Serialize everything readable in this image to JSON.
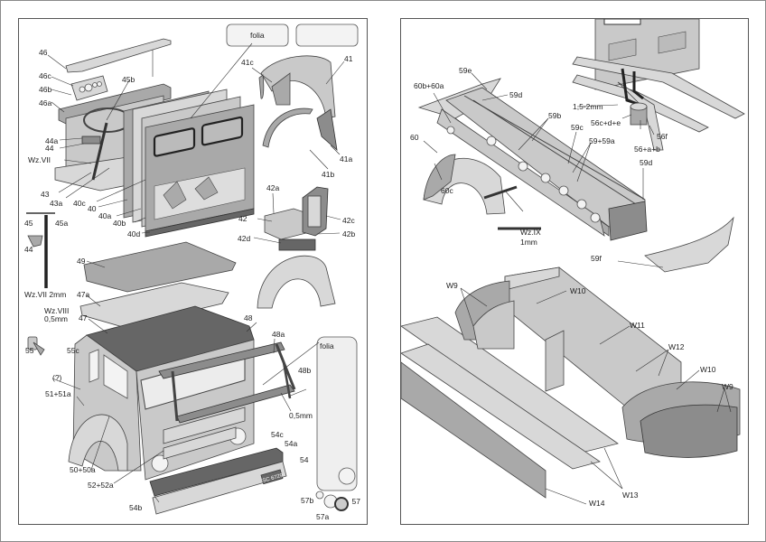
{
  "left_page": {
    "boxes": [
      {
        "label": "folia"
      },
      {
        "label": ""
      }
    ],
    "labels": {
      "p46": "46",
      "p46c": "46c",
      "p46b": "46b",
      "p46a": "46a",
      "p45b": "45b",
      "p44a": "44a",
      "p44": "44",
      "wz7": "Wz.VII",
      "p43": "43",
      "p43a": "43a",
      "p40c": "40c",
      "p40": "40",
      "p40a": "40a",
      "p40b": "40b",
      "p40d": "40d",
      "p45": "45",
      "p45a": "45a",
      "p44s": "44",
      "wz7_2mm": "Wz.VII  2mm",
      "p41c": "41c",
      "p41": "41",
      "p41a": "41a",
      "p41b": "41b",
      "p42a": "42a",
      "p42": "42",
      "p42c": "42c",
      "p42b": "42b",
      "p42d": "42d",
      "p49": "49",
      "p47a": "47a",
      "p47": "47",
      "p48": "48",
      "p48a": "48a",
      "p48b": "48b",
      "folia2": "folia",
      "wz8": "Wz.VIII",
      "wz8_mm": "0,5mm",
      "p55": "55",
      "p55c": "55c",
      "q": "(?)",
      "p51": "51+51a",
      "p50": "50+50a",
      "p52": "52+52a",
      "mm05": "0,5mm",
      "p54c": "54c",
      "p54a": "54a",
      "p54": "54",
      "p54b": "54b",
      "p57b": "57b",
      "p57": "57",
      "p57a": "57a",
      "plate": "SC 6729"
    }
  },
  "right_page": {
    "labels": {
      "p59e": "59e",
      "p60b": "60b+60a",
      "p59d": "59d",
      "p59b": "59b",
      "p60": "60",
      "p59c": "59c",
      "p59_59a": "59+59a",
      "p60c": "60c",
      "wz9": "Wz.IX",
      "wz9_mm": "1mm",
      "p59d2": "59d",
      "p59f": "59f",
      "mm152": "1,5-2mm",
      "p56cde": "56c+d+e",
      "p56f": "56f",
      "p56ab": "56+a+b",
      "w9a": "W9",
      "w10a": "W10",
      "w11": "W11",
      "w12": "W12",
      "w10b": "W10",
      "w9b": "W9",
      "w13": "W13",
      "w14": "W14"
    }
  }
}
